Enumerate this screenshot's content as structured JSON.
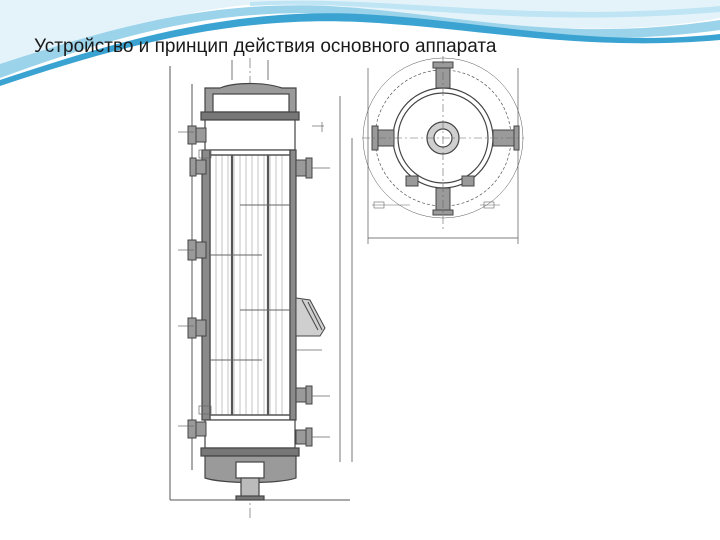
{
  "slide": {
    "title": "Устройство и принцип действия основного аппарата"
  },
  "drawings": {
    "elevation": "column-heat-exchanger-elevation",
    "plan": "column-top-plan-view"
  },
  "colors": {
    "wave_light": "#cfe9f5",
    "wave_mid": "#7fc6e4",
    "wave_dark": "#3aa3d2",
    "line": "#555555",
    "hatch": "#8a8a8a"
  }
}
